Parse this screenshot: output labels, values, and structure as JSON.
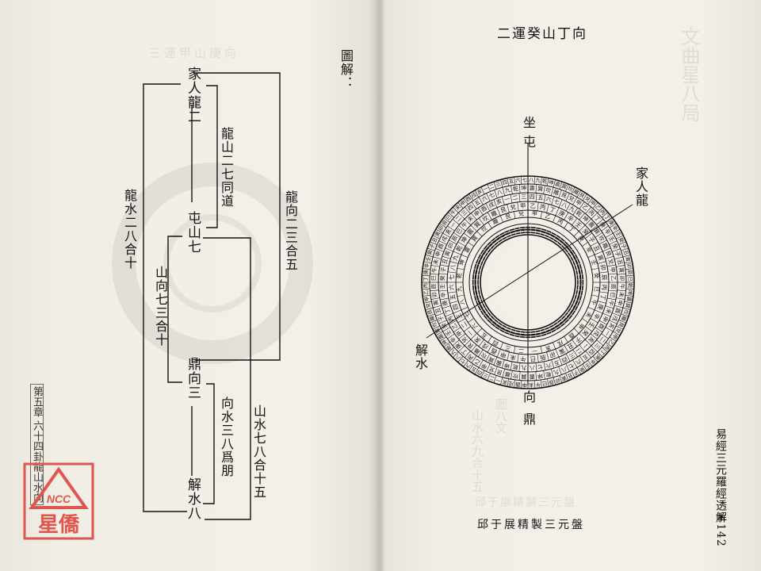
{
  "left_page": {
    "heading": "圖解：",
    "labels": {
      "jiaren": "家人龍二",
      "longshan": "龍山二七同道",
      "longxiang": "龍向二三合五",
      "longshui": "龍水二八合十",
      "zhunshan": "屯山七",
      "shanxiang": "山向七三合十",
      "dingxiang": "鼎向三",
      "xiangshui": "向水三八爲朋",
      "shanshui": "山水七八合十五",
      "jieshui": "解水八"
    },
    "chapter": "第五章 六十四卦龍山水向"
  },
  "right_page": {
    "title": "二運癸山丁向",
    "zuo": "坐",
    "zuo_gua": "屯",
    "jiaren_long": "家人龍",
    "jie_shui": "解水",
    "xiang": "向",
    "xiang_gua": "鼎",
    "caption": "邱于展精製三元盤",
    "book_title": "易經三元羅經透解",
    "page_number": "＊142"
  },
  "bleed": {
    "left_title": "三運甲山庚向",
    "right_heading": "文曲星八局",
    "right_col_a": "圖八文",
    "right_col_b": "山水六九合十五",
    "right_bottom": "邱于展精製三元盤"
  },
  "stamp": {
    "text_en": "NCC",
    "text_cn": "星僑",
    "color": "#e0564e"
  },
  "colors": {
    "paper": "#f3f0e9",
    "ink": "#141210"
  },
  "compass_ring_glyphs": [
    "乾",
    "坤",
    "震",
    "巽",
    "坎",
    "離",
    "艮",
    "兌",
    "甲",
    "乙",
    "丙",
    "丁",
    "庚",
    "辛",
    "壬",
    "癸",
    "子",
    "丑",
    "寅",
    "卯",
    "辰",
    "巳",
    "午",
    "未",
    "申",
    "酉",
    "戌",
    "亥",
    "一",
    "二",
    "三",
    "四",
    "五",
    "六",
    "七",
    "八",
    "九"
  ]
}
